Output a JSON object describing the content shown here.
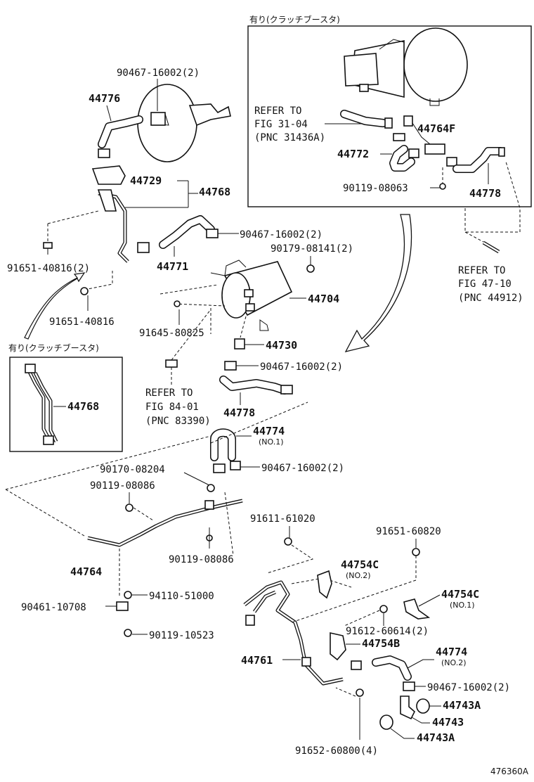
{
  "inset_top": {
    "jp_label": "有り(クラッチブースタ)",
    "refer_1": [
      "REFER TO",
      "FIG 31-04",
      "(PNC 31436A)"
    ],
    "p_44764F": "44764F",
    "p_44772": "44772",
    "p_90119_08063": "90119-08063",
    "p_44778": "44778"
  },
  "refer_47": [
    "REFER TO",
    "FIG 47-10",
    "(PNC 44912)"
  ],
  "refer_84": [
    "REFER TO",
    "FIG 84-01",
    "(PNC 83390)"
  ],
  "inset_left": {
    "jp_label": "有り(クラッチブースタ)",
    "p_44768": "44768"
  },
  "labels": {
    "p_90467_top": "90467-16002(2)",
    "p_44776": "44776",
    "p_44729": "44729",
    "p_44768": "44768",
    "p_90467_b": "90467-16002(2)",
    "p_90179": "90179-08141(2)",
    "p_91651_40816_2": "91651-40816(2)",
    "p_44771": "44771",
    "p_44704": "44704",
    "p_91651_40816": "91651-40816",
    "p_91645": "91645-80825",
    "p_44730": "44730",
    "p_90467_c": "90467-16002(2)",
    "p_44778": "44778",
    "p_44774_1": "44774",
    "p_no1": "(NO.1)",
    "p_90170": "90170-08204",
    "p_90467_d": "90467-16002(2)",
    "p_90119_08086_a": "90119-08086",
    "p_91611": "91611-61020",
    "p_91651_60820": "91651-60820",
    "p_44764": "44764",
    "p_90119_08086_b": "90119-08086",
    "p_44754C_a": "44754C",
    "p_no2_a": "(NO.2)",
    "p_44754C_b": "44754C",
    "p_no1_b": "(NO.1)",
    "p_94110": "94110-51000",
    "p_90461": "90461-10708",
    "p_91612": "91612-60614(2)",
    "p_90119_10523": "90119-10523",
    "p_44754B": "44754B",
    "p_44761": "44761",
    "p_44774_2": "44774",
    "p_no2_b": "(NO.2)",
    "p_90467_e": "90467-16002(2)",
    "p_44743A_a": "44743A",
    "p_44743": "44743",
    "p_44743A_b": "44743A",
    "p_91652": "91652-60800(4)"
  },
  "figure_number": "476360A"
}
